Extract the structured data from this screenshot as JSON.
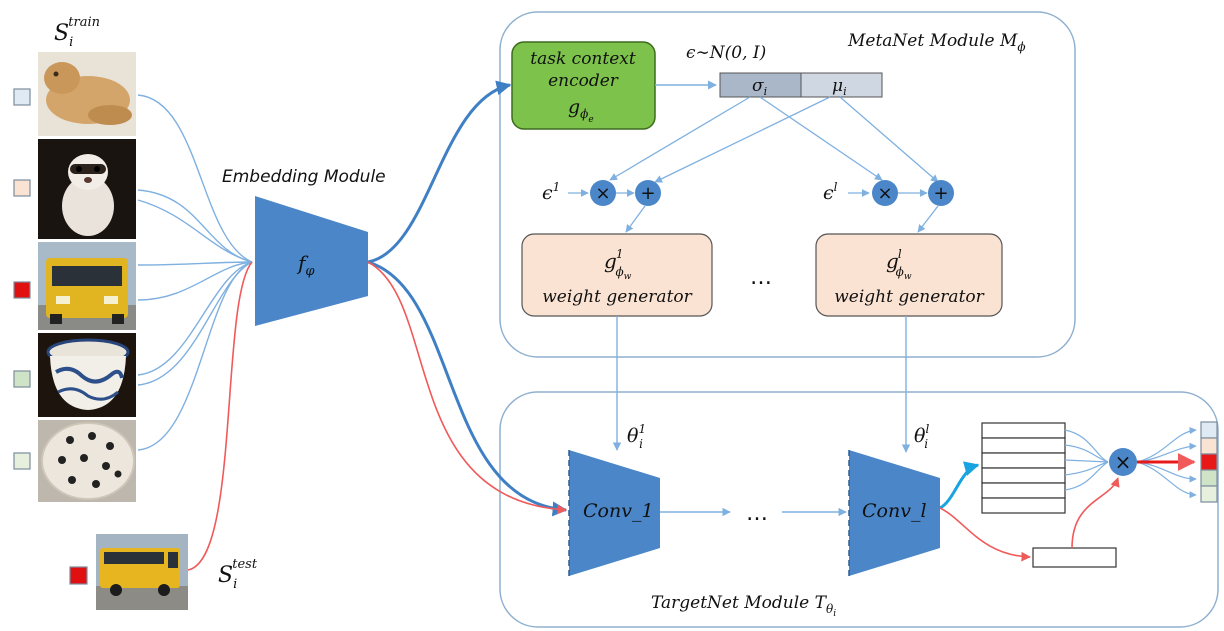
{
  "labels": {
    "s_train": "S",
    "s_train_sub": "i",
    "s_train_sup": "train",
    "s_test": "S",
    "s_test_sub": "i",
    "s_test_sup": "test",
    "embedding_module": "Embedding Module",
    "f_phi": "f",
    "f_phi_sub": "φ",
    "task_context_line1": "task context",
    "task_context_line2": "encoder",
    "g_phi_e": "g",
    "g_phi_e_sub": "ϕ",
    "g_phi_e_subsub": "e",
    "noise": "ϵ∼N(0, I)",
    "sigma": "σ",
    "sigma_sub": "i",
    "mu": "μ",
    "mu_sub": "i",
    "metanet_title": "MetaNet Module M",
    "metanet_sub": "ϕ",
    "eps_1": "ϵ",
    "eps_1_sup": "1",
    "eps_l": "ϵ",
    "eps_l_sup": "l",
    "times": "×",
    "plus": "+",
    "wg1_g": "g",
    "wg1_sup": "1",
    "wg1_sub": "ϕ",
    "wg1_subsub": "w",
    "wgl_g": "g",
    "wgl_sup": "l",
    "wgl_sub": "ϕ",
    "wgl_subsub": "w",
    "weight_generator": "weight generator",
    "ellipsis_meta": "…",
    "theta1": "θ",
    "theta1_sup": "1",
    "theta1_sub": "i",
    "thetal": "θ",
    "thetal_sup": "l",
    "thetal_sub": "i",
    "conv1": "Conv_1",
    "convl": "Conv_l",
    "ellipsis_target": "…",
    "targetnet_title": "TargetNet Module T",
    "targetnet_sub": "θ",
    "targetnet_subsub": "i"
  },
  "colors": {
    "blue_block": "#4a86c8",
    "line_blue": "#7fb0e0",
    "line_blue_thick": "#3f7fc4",
    "line_red": "#f05a5a",
    "green": "#7dc24b",
    "peach": "#fbe3d3",
    "gray_bar": "#a9b7c9",
    "label_lightblue": "#dfeaf5",
    "label_peach": "#fbe3d3",
    "label_red": "#e01010",
    "label_green": "#cfe3c6",
    "label_lightgreen": "#e6f0dc",
    "output_red": "#e81818"
  },
  "images": [
    "cat",
    "ferret",
    "bus",
    "bowl",
    "plate",
    "school-bus"
  ],
  "class_labels": [
    "lightblue",
    "peach",
    "red",
    "green",
    "lightgreen"
  ],
  "output_labels": [
    "lightblue",
    "peach",
    "red",
    "green",
    "lightgreen"
  ]
}
